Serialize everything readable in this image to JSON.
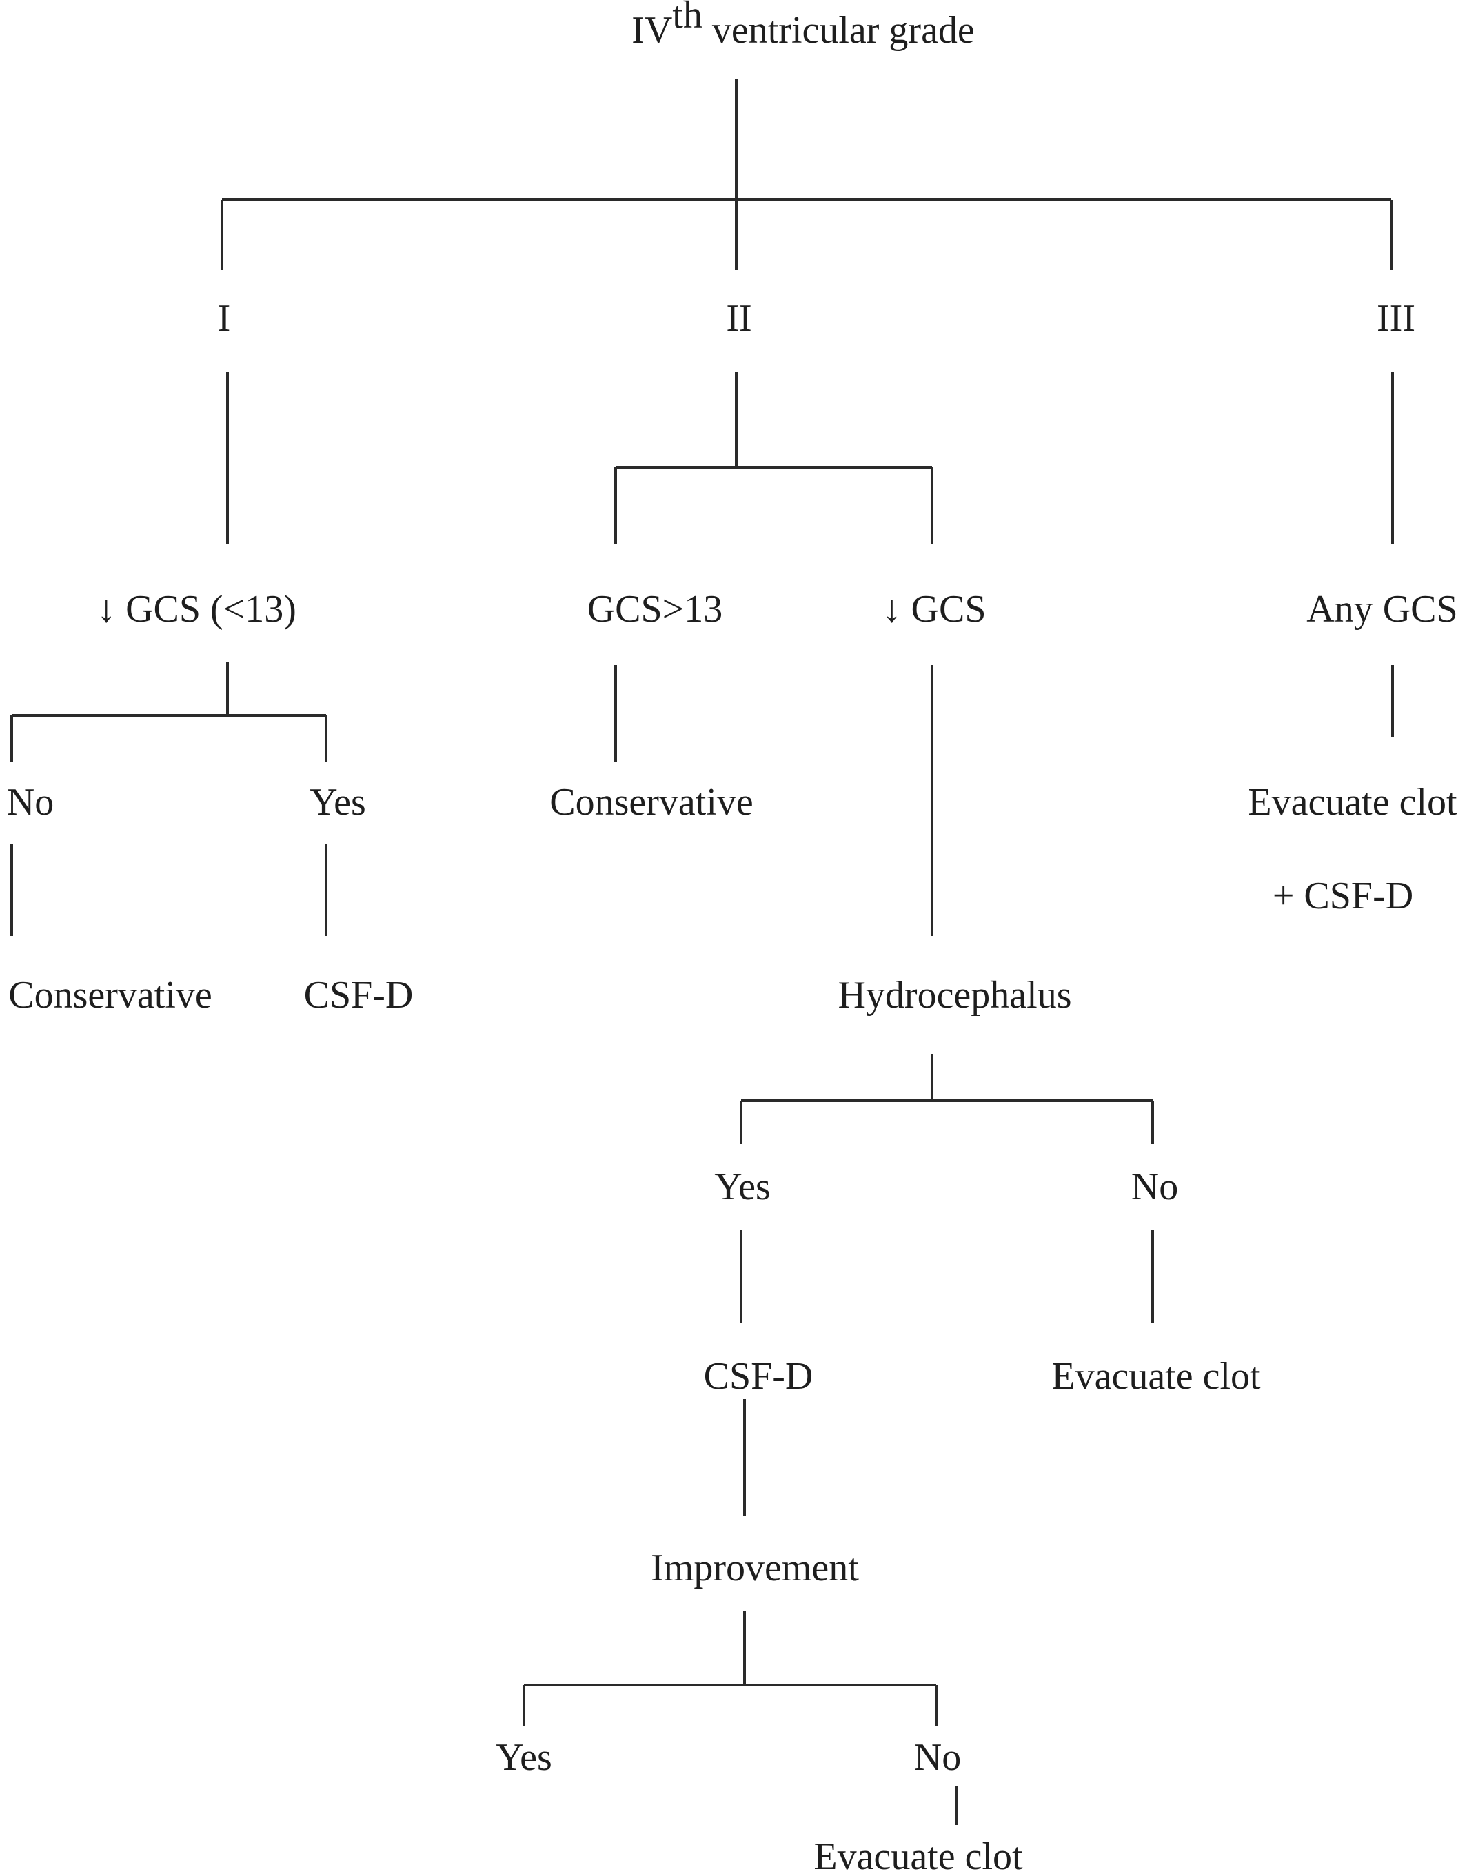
{
  "title": {
    "base": "IV",
    "superscript": "th",
    "rest": " ventricular grade"
  },
  "nodes": {
    "grade_1": "I",
    "grade_2": "II",
    "grade_3": "III",
    "g1_gcs": "↓ GCS (<13)",
    "g1_no": "No",
    "g1_yes": "Yes",
    "g1_no_outcome": "Conservative",
    "g1_yes_outcome": "CSF-D",
    "g2_gcs_high": "GCS>13",
    "g2_gcs_high_outcome": "Conservative",
    "g2_gcs_low": "↓ GCS",
    "g2_hydrocephalus": "Hydrocephalus",
    "g2_hydro_yes": "Yes",
    "g2_hydro_no": "No",
    "g2_hydro_yes_outcome": "CSF-D",
    "g2_hydro_no_outcome": "Evacuate clot",
    "g2_improvement": "Improvement",
    "g2_improvement_yes": "Yes",
    "g2_improvement_no": "No",
    "g2_improvement_no_outcome": "Evacuate clot",
    "g3_gcs": "Any GCS",
    "g3_outcome_line1": "Evacuate clot",
    "g3_outcome_line2": "+ CSF-D"
  }
}
